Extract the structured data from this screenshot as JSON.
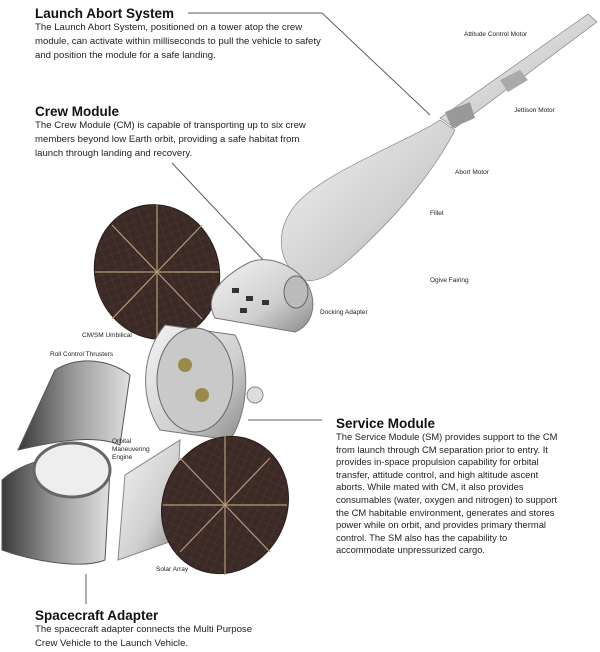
{
  "sections": {
    "las": {
      "title": "Launch Abort System",
      "body": "The Launch Abort System, positioned on a tower atop the crew module, can activate within milliseconds to pull the vehicle to safety and position the module for a safe landing."
    },
    "cm": {
      "title": "Crew Module",
      "body": "The Crew Module (CM) is capable of transporting up to six crew members beyond low Earth orbit, providing a safe habitat from launch through landing and recovery."
    },
    "sm": {
      "title": "Service Module",
      "body": "The Service Module (SM) provides support to the CM from launch through CM separation prior to entry. It provides in-space propulsion capability for orbital transfer, attitude control, and high altitude ascent aborts. While mated with CM, it also provides consumables (water, oxygen and nitrogen) to support the CM habitable environment, generates and stores power while on orbit, and provides primary thermal control. The SM also has the capability to accommodate unpressurized cargo."
    },
    "adapter": {
      "title": "Spacecraft Adapter",
      "body": "The spacecraft adapter connects the Multi Purpose Crew Vehicle to the Launch Vehicle."
    }
  },
  "labels": {
    "attitude_control_motor": "Attitude Control Motor",
    "jettison_motor": "Jettison Motor",
    "abort_motor": "Abort Motor",
    "fillet": "Fillet",
    "ogive_fairing": "Ogive Fairing",
    "docking_adapter": "Docking Adapter",
    "cm_sm_umbilical": "CM/SM Umbilical",
    "roll_control_thrusters": "Roll Control Thrusters",
    "orbital_maneuvering_engine": "Orbital Maneuvering Engine",
    "solar_array": "Solar Array"
  },
  "colors": {
    "solar_panel": "#3b2a26",
    "hull": "#d9d9d9",
    "leader": "#6b5a55"
  }
}
